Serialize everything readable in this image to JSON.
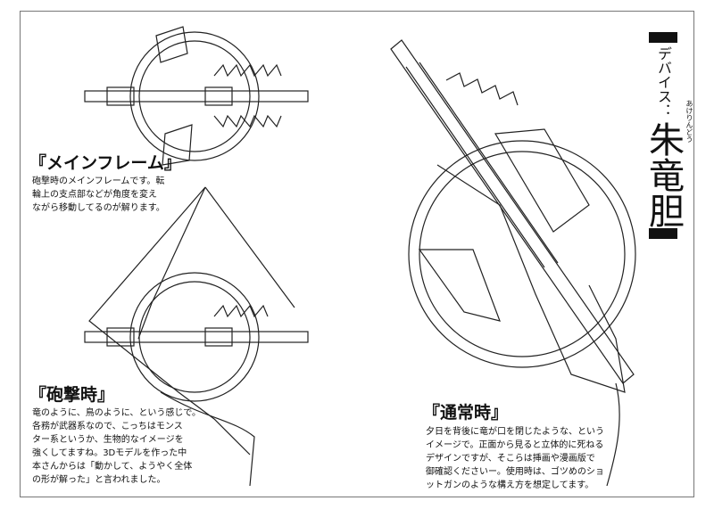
{
  "sections": {
    "main_frame": {
      "title": "『メインフレーム』",
      "lines": [
        "砲撃時のメインフレームです。転",
        "輪上の支点部などが角度を変え",
        "ながら移動してるのが解ります。"
      ]
    },
    "firing": {
      "title": "『砲撃時』",
      "lines": [
        "竜のように、鳥のように、という感じで。",
        "各務が武器系なので、こっちはモンス",
        "ター系というか、生物的なイメージを",
        "強くしてますね。3Dモデルを作った中",
        "本さんからは「動かして、ようやく全体",
        "の形が解った」と言われました。"
      ]
    },
    "normal": {
      "title": "『通常時』",
      "lines": [
        "夕日を背後に竜が口を閉じたような、という",
        "イメージで。正面から見ると立体的に死ねる",
        "デザインですが、そこらは挿画や漫画版で",
        "御確認くださいー。使用時は、ゴツめのショ",
        "ットガンのような構え方を想定してます。"
      ]
    }
  },
  "heading": {
    "label": "デバイス：",
    "name": "朱竜胆",
    "reading": "あけりんどう"
  }
}
